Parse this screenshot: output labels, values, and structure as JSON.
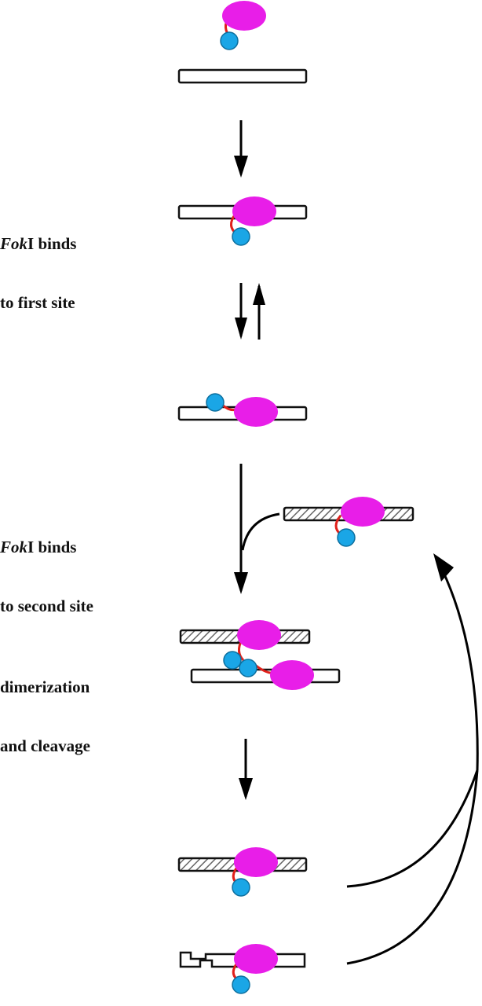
{
  "colors": {
    "enzyme_cleavage_domain": "#e81ee8",
    "enzyme_recognition_domain": "#1aa6e6",
    "linker": "#e0201a",
    "dna_outline": "#111111",
    "arrow": "#000000",
    "hatch": "#666666"
  },
  "labels": {
    "first_site": {
      "enzyme": "Fok",
      "suffix": "I binds",
      "line2": "to first site"
    },
    "second_site": {
      "enzyme": "Fok",
      "suffix": "I binds",
      "line2": "to second site"
    },
    "dimerization": {
      "line1": "dimerization",
      "line2": "and cleavage"
    }
  }
}
